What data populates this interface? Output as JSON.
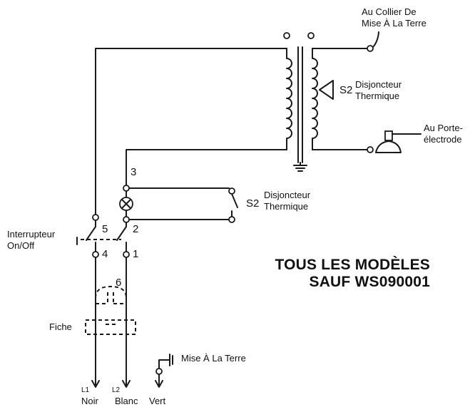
{
  "labels": {
    "ground_clamp": [
      "Au Collier De",
      "Mise À La Terre"
    ],
    "thermal_breaker_top": [
      "Disjoncteur",
      "Thermique"
    ],
    "thermal_breaker_top_id": "S2",
    "electrode_holder": [
      "Au Porte-",
      "électrode"
    ],
    "thermal_breaker_mid": [
      "Disjoncteur",
      "Thermique"
    ],
    "thermal_breaker_mid_id": "S2",
    "switch": [
      "Interrupteur",
      "On/Off"
    ],
    "plug": "Fiche",
    "ground": "Mise À La Terre",
    "l1": "L1",
    "l2": "L2",
    "noir": "Noir",
    "blanc": "Blanc",
    "vert": "Vert"
  },
  "terminals": {
    "t3": "3",
    "t5": "5",
    "t2": "2",
    "t4": "4",
    "t1": "1",
    "t6": "6"
  },
  "title": [
    "TOUS LES MODÈLES",
    "SAUF WS090001"
  ]
}
